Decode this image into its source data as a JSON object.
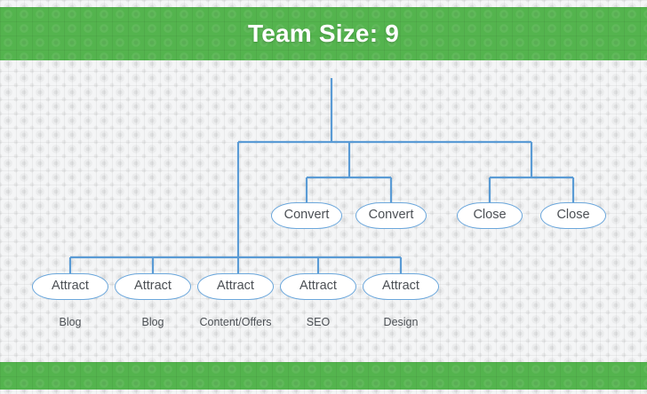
{
  "slide": {
    "title": "Team Size: 9",
    "header_color": "#54b44e",
    "footer_color": "#54b44e",
    "background_color": "#f4f5f6",
    "node_border_color": "#6ba7dc",
    "node_fill_color": "#ffffff",
    "connector_color": "#5a9bd5",
    "text_color": "#4b4f54"
  },
  "chart_data": {
    "type": "diagram",
    "title": "Team Size: 9",
    "orientation": "top-down-org-chart",
    "levels": [
      {
        "name": "root-stem",
        "nodes": []
      },
      {
        "name": "middle",
        "nodes": [
          {
            "id": "convert-1",
            "label": "Convert"
          },
          {
            "id": "convert-2",
            "label": "Convert"
          },
          {
            "id": "close-1",
            "label": "Close"
          },
          {
            "id": "close-2",
            "label": "Close"
          }
        ]
      },
      {
        "name": "bottom",
        "nodes": [
          {
            "id": "attract-1",
            "label": "Attract",
            "sublabel": "Blog"
          },
          {
            "id": "attract-2",
            "label": "Attract",
            "sublabel": "Blog"
          },
          {
            "id": "attract-3",
            "label": "Attract",
            "sublabel": "Content/Offers"
          },
          {
            "id": "attract-4",
            "label": "Attract",
            "sublabel": "SEO"
          },
          {
            "id": "attract-5",
            "label": "Attract",
            "sublabel": "Design"
          }
        ]
      }
    ],
    "node_count": 9,
    "label_counts": {
      "Attract": 5,
      "Convert": 2,
      "Close": 2
    }
  },
  "nodes": {
    "convert_1": {
      "label": "Convert"
    },
    "convert_2": {
      "label": "Convert"
    },
    "close_1": {
      "label": "Close"
    },
    "close_2": {
      "label": "Close"
    },
    "attract_1": {
      "label": "Attract",
      "sublabel": "Blog"
    },
    "attract_2": {
      "label": "Attract",
      "sublabel": "Blog"
    },
    "attract_3": {
      "label": "Attract",
      "sublabel": "Content/Offers"
    },
    "attract_4": {
      "label": "Attract",
      "sublabel": "SEO"
    },
    "attract_5": {
      "label": "Attract",
      "sublabel": "Design"
    }
  }
}
